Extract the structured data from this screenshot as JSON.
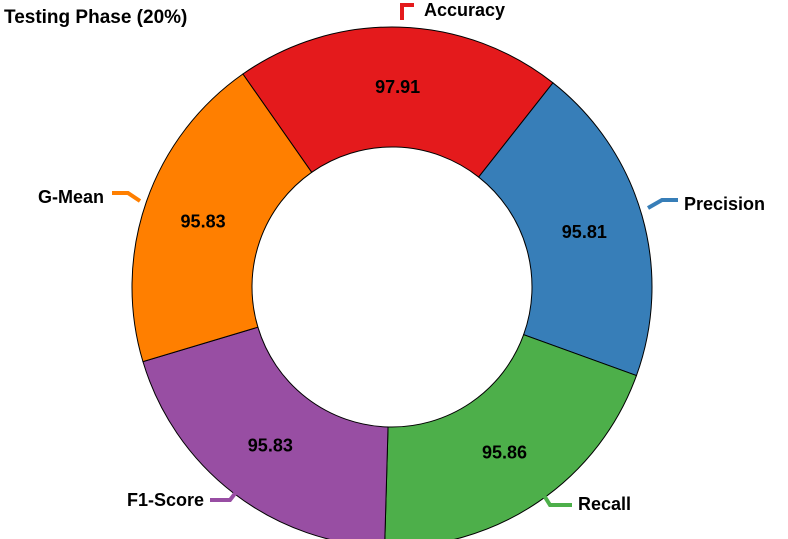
{
  "title": "Testing Phase (20%)",
  "chart_data": {
    "type": "pie",
    "title": "Testing Phase (20%)",
    "categories": [
      "Accuracy",
      "Precision",
      "Recall",
      "F1-Score",
      "G-Mean"
    ],
    "values": [
      97.91,
      95.81,
      95.86,
      95.83,
      95.83
    ],
    "value_labels": [
      "97.91",
      "95.81",
      "95.86",
      "95.83",
      "95.83"
    ],
    "colors": [
      "#e41a1c",
      "#377eb8",
      "#4daf4a",
      "#984ea3",
      "#ff7f00"
    ],
    "donut": true
  }
}
